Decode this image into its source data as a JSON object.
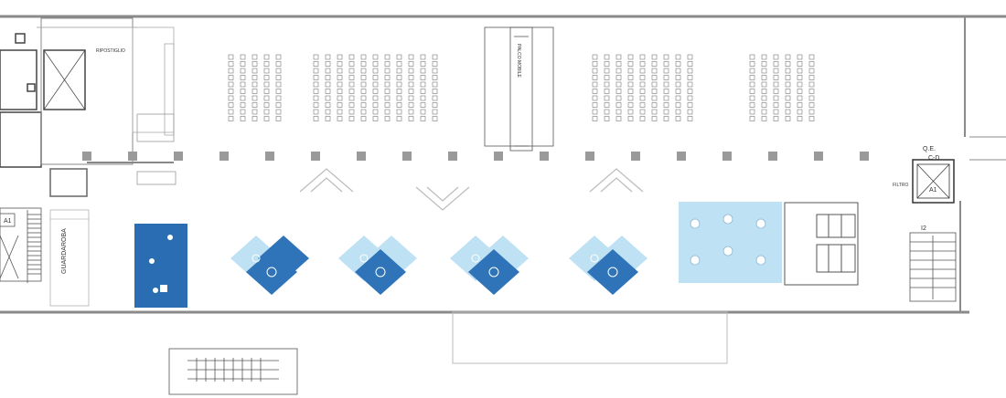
{
  "labels": {
    "ripostiglio": "RIPOSTIGLIO",
    "guardaroba": "GUARDAROBA",
    "palco": "PALCO MOBILE",
    "qe": "Q.E.",
    "cd": "C-D",
    "filtro": "FILTRO",
    "a1_left": "A1",
    "a1_right": "A1",
    "i2": "I2"
  },
  "colors": {
    "light_blue": "#bfe1f4",
    "dark_blue": "#2f74b9",
    "room_blue": "#2b6db3",
    "wall": "#8a8a8a",
    "pillar": "#9a9a9a"
  }
}
